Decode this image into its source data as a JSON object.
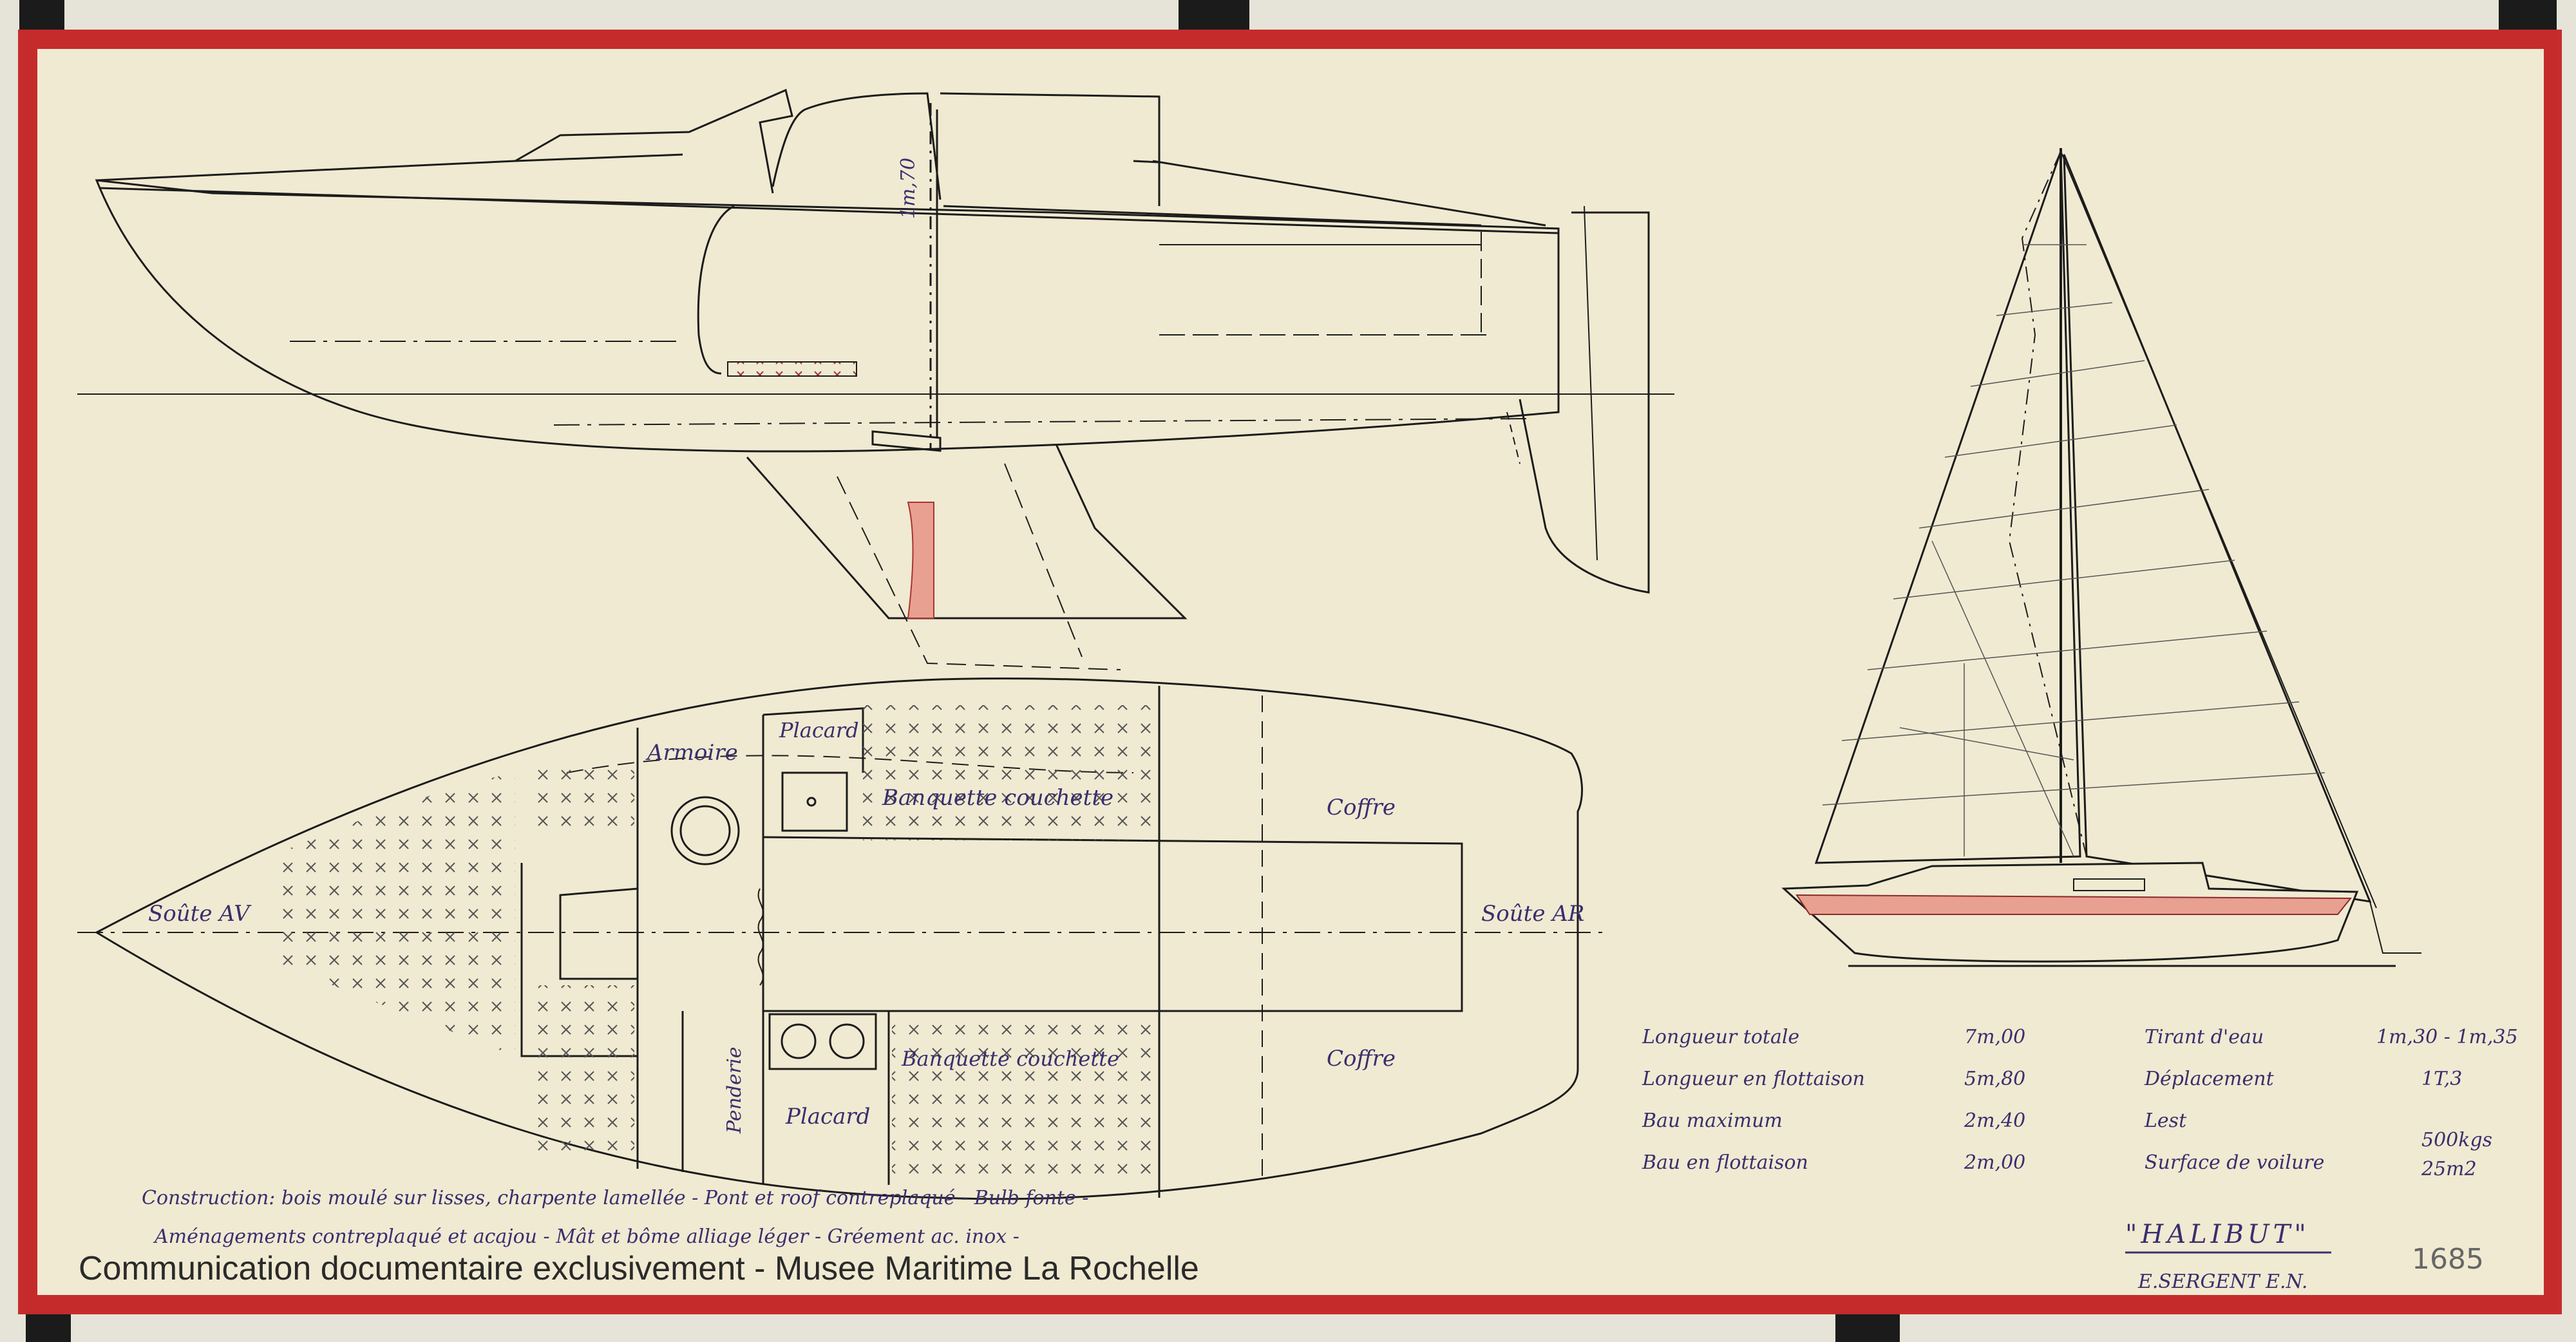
{
  "labels": {
    "soute_av": "Soûte AV",
    "soute_ar": "Soûte AR",
    "armoire": "Armoire",
    "placard_top": "Placard",
    "placard_bottom": "Placard",
    "banquette_top": "Banquette couchette",
    "banquette_bottom": "Banquette couchette",
    "coffre_top": "Coffre",
    "coffre_bottom": "Coffre",
    "penderie": "Penderie",
    "height_dim": "1m,70"
  },
  "specs": {
    "left": [
      {
        "label": "Longueur totale",
        "value": "7m,00"
      },
      {
        "label": "Longueur en flottaison",
        "value": "5m,80"
      },
      {
        "label": "Bau maximum",
        "value": "2m,40"
      },
      {
        "label": "Bau en flottaison",
        "value": "2m,00"
      }
    ],
    "right": [
      {
        "label": "Tirant d'eau",
        "value": "1m,30 - 1m,35"
      },
      {
        "label": "Déplacement",
        "value": "1T,3"
      },
      {
        "label": "Lest",
        "value": "500kgs"
      },
      {
        "label": "Surface de voilure",
        "value": "25m2"
      }
    ]
  },
  "notes": {
    "line1": "Construction: bois moulé sur lisses, charpente lamellée - Pont et roof contreplaqué - Bulb fonte -",
    "line2": "Aménagements contreplaqué et acajou - Mât et bôme alliage léger - Gréement ac. inox -"
  },
  "title_block": {
    "boat_name": "\"HALIBUT\"",
    "designer": "E.SERGENT E.N.",
    "plan_number": "1685"
  },
  "watermark": "Communication documentaire exclusivement - Musee Maritime La Rochelle",
  "colors": {
    "paper": "#f0ead2",
    "border_red": "#c62b2b",
    "ink": "#1c1c1c",
    "handwriting": "#3a2e6e",
    "red_fill": "#e8a090"
  }
}
